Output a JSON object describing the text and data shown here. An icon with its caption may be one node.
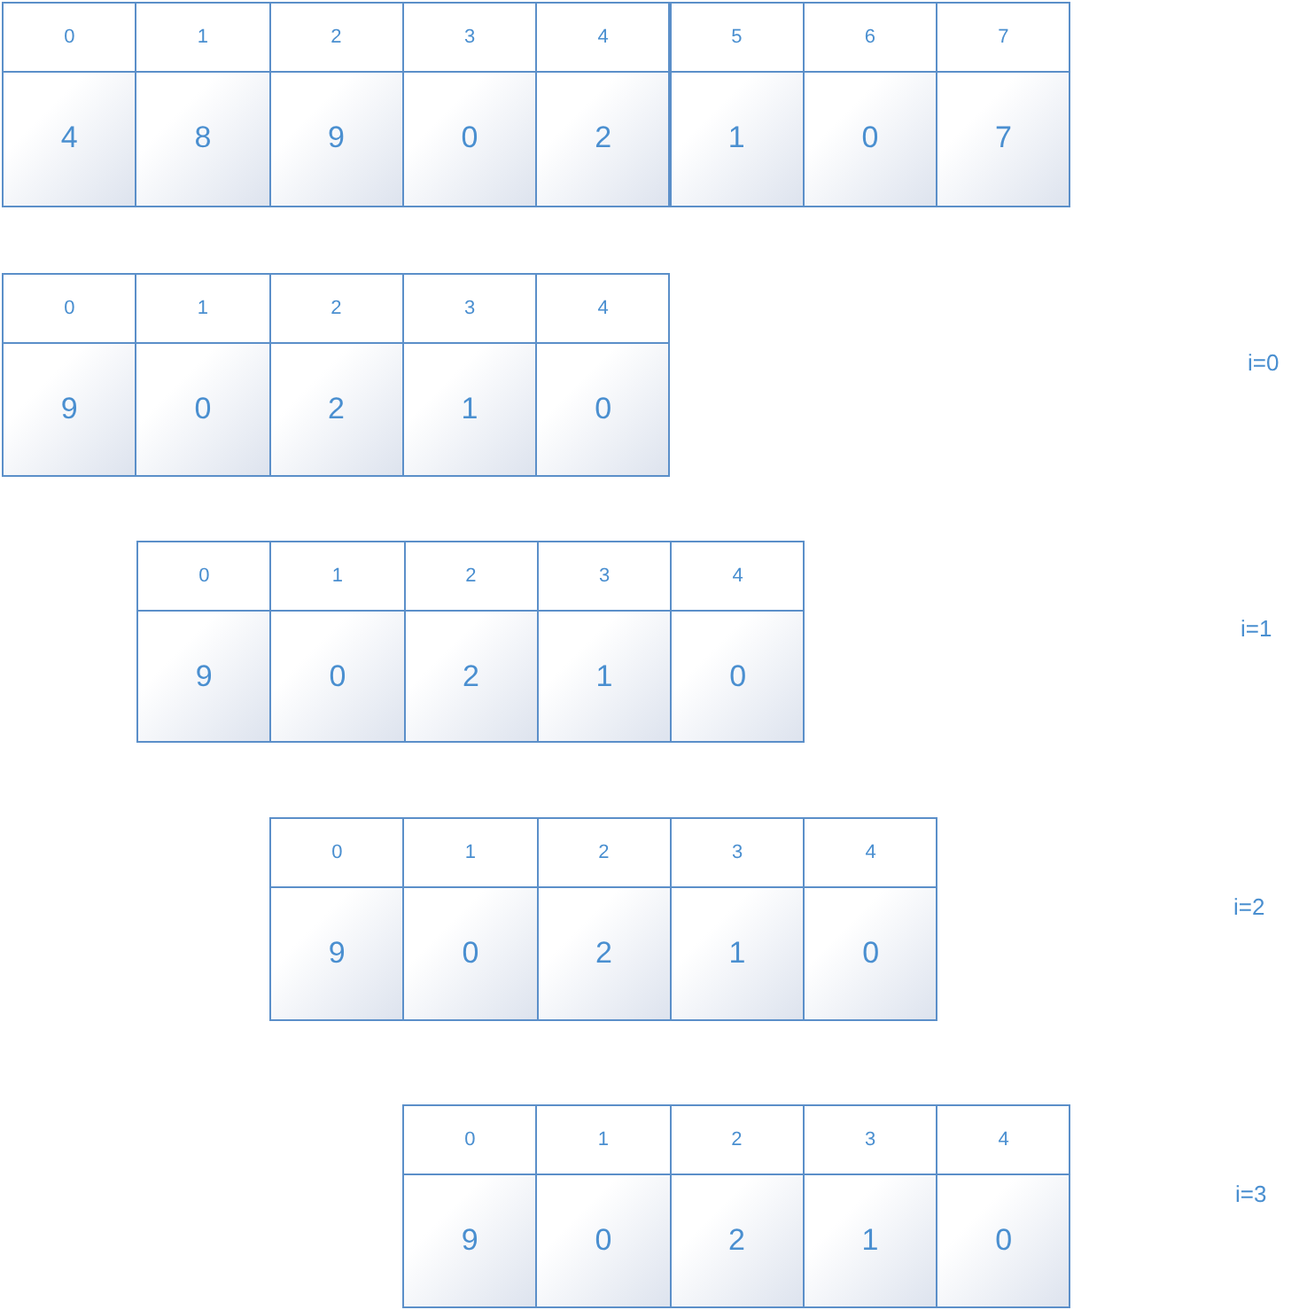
{
  "diagram": {
    "nodes": [
      {
        "text": [
          "0",
          "4"
        ]
      },
      {
        "text": [
          "1",
          "8"
        ]
      },
      {
        "text": [
          "2",
          "9"
        ]
      },
      {
        "text": [
          "3",
          "0"
        ]
      },
      {
        "text": [
          "4",
          "2"
        ]
      },
      {
        "text": [
          "5",
          "1"
        ]
      },
      {
        "text": [
          "6",
          "0"
        ]
      },
      {
        "text": [
          "7",
          "7"
        ]
      },
      {
        "text": [
          "0",
          "9"
        ]
      },
      {
        "text": [
          "1",
          "0"
        ]
      },
      {
        "text": [
          "2",
          "2"
        ]
      },
      {
        "text": [
          "3",
          "1"
        ]
      },
      {
        "text": [
          "4",
          "0"
        ]
      },
      {
        "text": [
          "0",
          "9"
        ]
      },
      {
        "text": [
          "1",
          "0"
        ]
      },
      {
        "text": [
          "2",
          "2"
        ]
      },
      {
        "text": [
          "3",
          "1"
        ]
      },
      {
        "text": [
          "4",
          "0"
        ]
      },
      {
        "text": [
          "0",
          "9"
        ]
      },
      {
        "text": [
          "1",
          "0"
        ]
      },
      {
        "text": [
          "2",
          "2"
        ]
      },
      {
        "text": [
          "3",
          "1"
        ]
      },
      {
        "text": [
          "4",
          "0"
        ]
      },
      {
        "text": [
          "0",
          "9"
        ]
      },
      {
        "text": [
          "1",
          "0"
        ]
      },
      {
        "text": [
          "2",
          "2"
        ]
      },
      {
        "text": [
          "3",
          "1"
        ]
      },
      {
        "text": [
          "4",
          "0"
        ]
      }
    ],
    "labels": [
      "i=0",
      "i=1",
      "i=2",
      "i=3"
    ]
  }
}
